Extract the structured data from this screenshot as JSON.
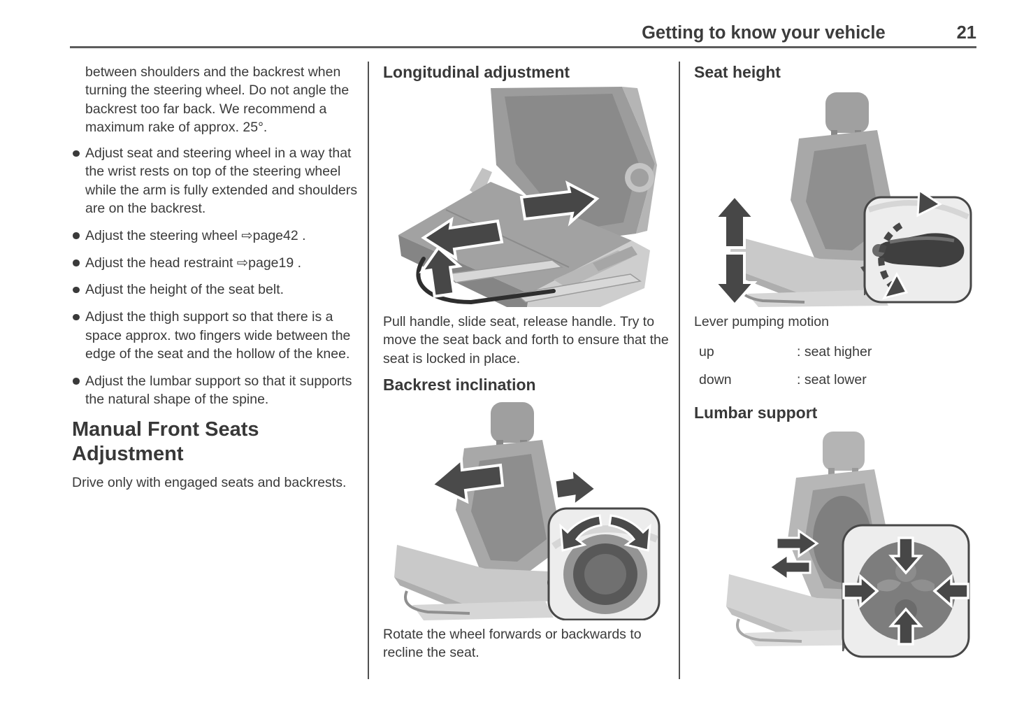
{
  "header": {
    "title": "Getting to know your vehicle",
    "page_number": "21"
  },
  "left_column": {
    "continued_paragraph": "between shoulders and the backrest when turning the steering wheel. Do not angle the backrest too far back. We recommend a maximum rake of approx. 25°.",
    "bullets": [
      "Adjust seat and steering wheel in a way that the wrist rests on top of the steering wheel while the arm is fully extended and shoulders are on the backrest.",
      "Adjust the steering wheel ⇨page42 .",
      "Adjust the head restraint ⇨page19 .",
      "Adjust the height of the seat belt.",
      "Adjust the thigh support so that there is a space approx. two fingers wide between the edge of the seat and the hollow of the knee.",
      "Adjust the lumbar support so that it supports the natural shape of the spine."
    ],
    "section_heading": "Manual Front Seats Adjustment",
    "section_paragraph": "Drive only with engaged seats and backrests."
  },
  "middle_column": {
    "longitudinal": {
      "heading": "Longitudinal adjustment",
      "caption": "Pull handle, slide seat, release handle. Try to move the seat back and forth to ensure that the seat is locked in place."
    },
    "backrest": {
      "heading": "Backrest inclination",
      "caption": "Rotate the wheel forwards or backwards to recline the seat."
    }
  },
  "right_column": {
    "seat_height": {
      "heading": "Seat height",
      "caption": "Lever pumping motion",
      "table": [
        {
          "term": "up",
          "definition": ": seat higher"
        },
        {
          "term": "down",
          "definition": ": seat lower"
        }
      ]
    },
    "lumbar": {
      "heading": "Lumbar support"
    }
  },
  "colors": {
    "text": "#3a3a3a",
    "rule": "#5c5c5c",
    "arrow": "#474747",
    "inset_background": "#ededed"
  }
}
